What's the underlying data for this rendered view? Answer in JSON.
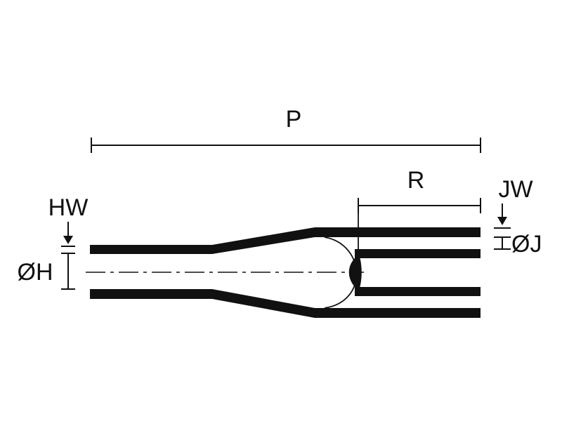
{
  "labels": {
    "p": "P",
    "r": "R",
    "hw": "HW",
    "jw": "JW",
    "oh": "ØH",
    "oj": "ØJ"
  },
  "colors": {
    "ink": "#111111",
    "background": "#ffffff"
  }
}
